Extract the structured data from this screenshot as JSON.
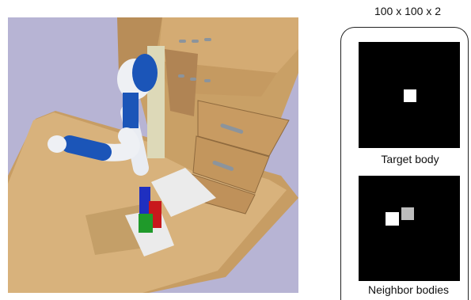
{
  "side_panel": {
    "dimension_label": "100 x 100 x 2",
    "target_map": {
      "caption": "Target body",
      "background": "#000000",
      "cells": [
        {
          "name": "target-body-cell",
          "color": "#ffffff"
        }
      ]
    },
    "neighbor_map": {
      "caption": "Neighbor bodies",
      "background": "#000000",
      "cells": [
        {
          "name": "neighbor-cell-white",
          "color": "#ffffff"
        },
        {
          "name": "neighbor-cell-gray",
          "color": "#bdbdbd"
        }
      ]
    }
  },
  "scene": {
    "sky_color": "#b7b4d4",
    "table_color": "#d5b07a",
    "robot_colors": {
      "blue": "#1b55b8",
      "white": "#eef0f4"
    },
    "block_colors": {
      "blue": "#1f2fc0",
      "red": "#c8181c",
      "green": "#1f9a2a"
    }
  }
}
